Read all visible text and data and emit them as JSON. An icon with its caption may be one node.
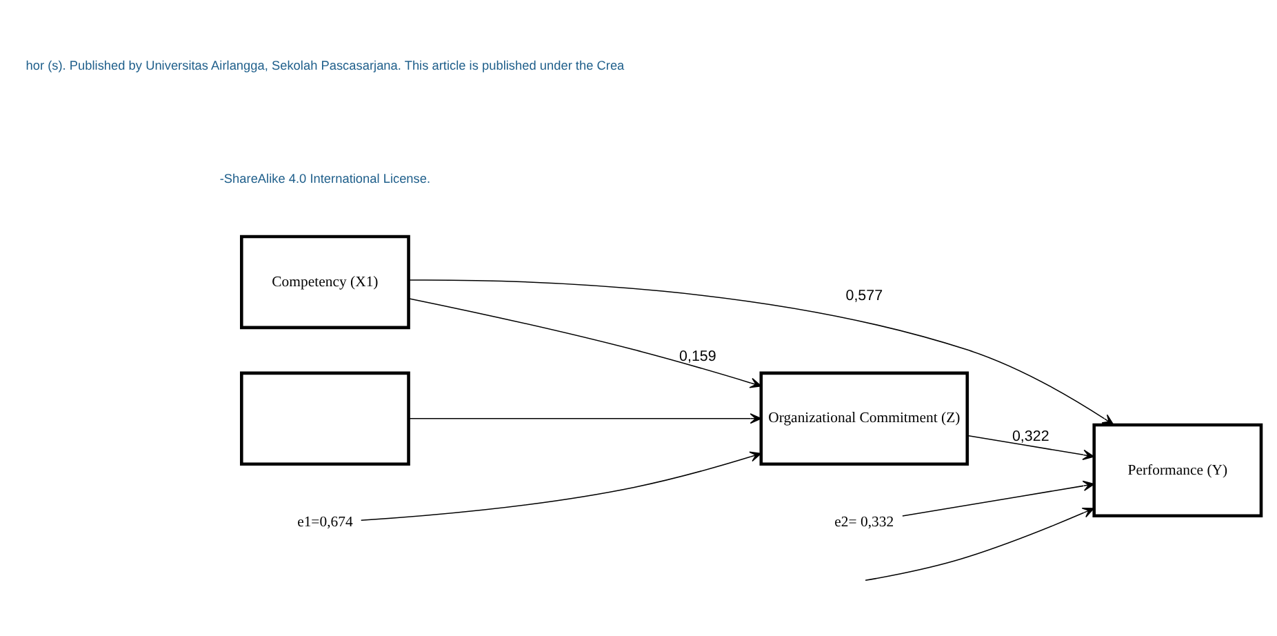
{
  "diagram": {
    "nodes": [
      {
        "text": [
          "Competency (X1)"
        ]
      },
      {
        "text": [
          "Organizational Commitment (Z)"
        ]
      },
      {
        "text": [
          "Performance (Y)"
        ]
      },
      {
        "text": [],
        "shape": "box"
      },
      {
        "text": [
          "e1=0,674"
        ]
      },
      {
        "text": [
          "e2= 0,332"
        ]
      }
    ],
    "edges": [
      {
        "from": 0,
        "to": 1,
        "label": "0,159",
        "arrow": "to"
      },
      {
        "from": 0,
        "to": 2,
        "label": "0,577",
        "arrow": "to"
      },
      {
        "from": 1,
        "to": 2,
        "label": "0,322",
        "arrow": "to"
      },
      {
        "from": 3,
        "to": 1,
        "arrow": "to"
      },
      {
        "from": null,
        "to": 2,
        "arrow": "to"
      },
      {
        "from": 4,
        "to": 1,
        "arrow": "to"
      },
      {
        "from": 5,
        "to": 2,
        "arrow": "to"
      }
    ],
    "labels": [
      "hor (s). Published by Universitas Airlangga, Sekolah Pascasarjana. This article is published under the Crea",
      "-ShareAlike 4.0 International License."
    ]
  }
}
